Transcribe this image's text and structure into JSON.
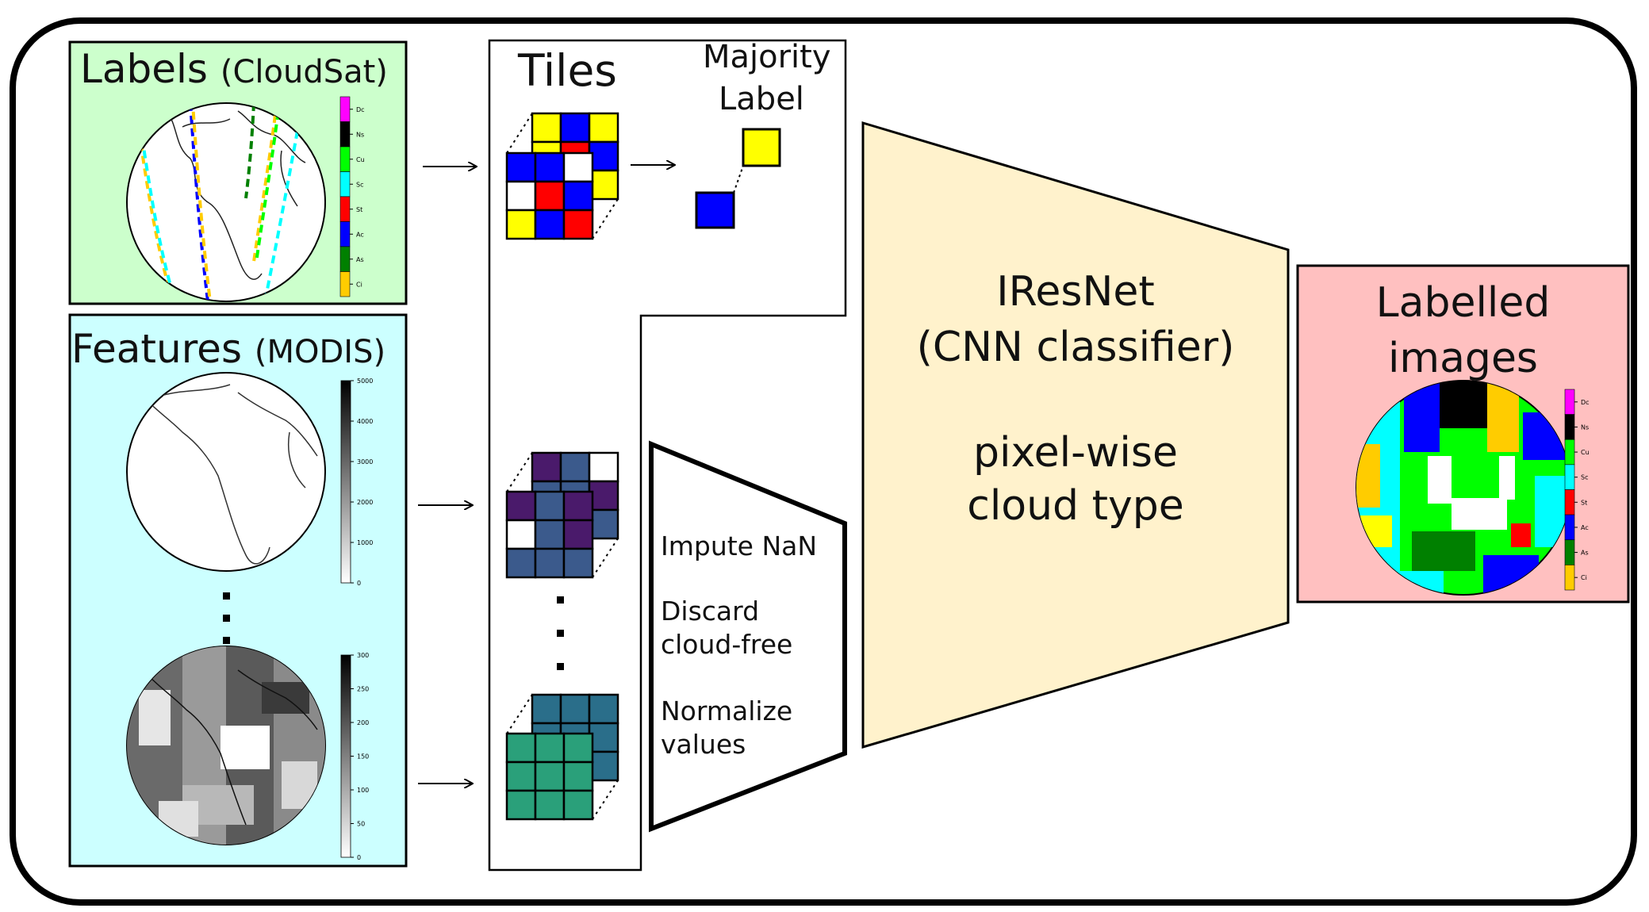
{
  "labels_panel": {
    "title": "Labels",
    "source": "(CloudSat)",
    "colorbar": [
      {
        "label": "Dc",
        "color": "#ff00ff"
      },
      {
        "label": "Ns",
        "color": "#000000"
      },
      {
        "label": "Cu",
        "color": "#00ff00"
      },
      {
        "label": "Sc",
        "color": "#00ffff"
      },
      {
        "label": "St",
        "color": "#ff0000"
      },
      {
        "label": "Ac",
        "color": "#0000ff"
      },
      {
        "label": "As",
        "color": "#008000"
      },
      {
        "label": "Ci",
        "color": "#ffcc00"
      }
    ]
  },
  "features_panel": {
    "title": "Features",
    "source": "(MODIS)",
    "colorbar_top": [
      "5000",
      "4000",
      "3000",
      "2000",
      "1000",
      "0"
    ],
    "colorbar_bottom": [
      "300",
      "250",
      "200",
      "150",
      "100",
      "50",
      "0"
    ]
  },
  "tiles_panel": {
    "title": "Tiles",
    "majority_label_line1": "Majority",
    "majority_label_line2": "Label"
  },
  "preprocessing": {
    "steps": [
      {
        "line1": "Impute NaN",
        "line2": ""
      },
      {
        "line1": "Discard",
        "line2": "cloud-free"
      },
      {
        "line1": "Normalize",
        "line2": "values"
      }
    ]
  },
  "model": {
    "name": "IResNet",
    "subtitle": "(CNN classifier)",
    "task_line1": "pixel-wise",
    "task_line2": "cloud type"
  },
  "output_panel": {
    "title_line1": "Labelled",
    "title_line2": "images",
    "colorbar": [
      {
        "label": "Dc",
        "color": "#ff00ff"
      },
      {
        "label": "Ns",
        "color": "#000000"
      },
      {
        "label": "Cu",
        "color": "#00ff00"
      },
      {
        "label": "Sc",
        "color": "#00ffff"
      },
      {
        "label": "St",
        "color": "#ff0000"
      },
      {
        "label": "Ac",
        "color": "#0000ff"
      },
      {
        "label": "As",
        "color": "#008000"
      },
      {
        "label": "Ci",
        "color": "#ffcc00"
      }
    ]
  },
  "colors": {
    "labels_bg": "#ccffcc",
    "features_bg": "#ccffff",
    "model_fill": "#fff2cc",
    "output_bg": "#ffc0c0",
    "purple_tile": "#4a1a6b",
    "blue_tile": "#3b5a8c",
    "teal_tile": "#2a6e8a",
    "green_tile": "#2aa07a",
    "yellow_tile": "#ffff00",
    "blue_label": "#0000ff",
    "red_label": "#ff0000"
  }
}
